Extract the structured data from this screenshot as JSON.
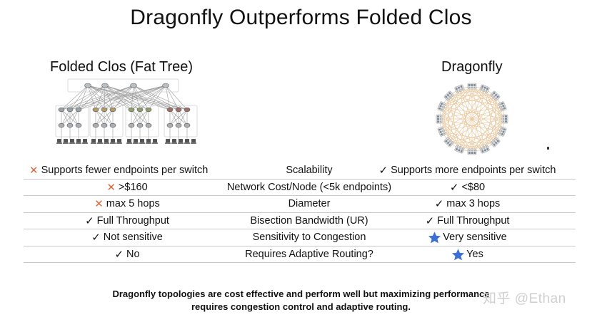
{
  "slide": {
    "title": "Dragonfly Outperforms Folded Clos",
    "left_heading": "Folded Clos (Fat Tree)",
    "right_heading": "Dragonfly"
  },
  "comparison": {
    "rows": [
      {
        "left_mark": "x",
        "left": "Supports fewer endpoints per switch",
        "metric": "Scalability",
        "right_mark": "check",
        "right": "Supports more endpoints per switch"
      },
      {
        "left_mark": "x",
        "left": ">$160",
        "metric": "Network Cost/Node (<5k endpoints)",
        "right_mark": "check",
        "right": "<$80"
      },
      {
        "left_mark": "x",
        "left": "max 5 hops",
        "metric": "Diameter",
        "right_mark": "check",
        "right": "max 3 hops"
      },
      {
        "left_mark": "check",
        "left": "Full Throughput",
        "metric": "Bisection Bandwidth (UR)",
        "right_mark": "check",
        "right": "Full Throughput"
      },
      {
        "left_mark": "check",
        "left": "Not sensitive",
        "metric": "Sensitivity to Congestion",
        "right_mark": "star",
        "right": "Very sensitive"
      },
      {
        "left_mark": "check",
        "left": "No",
        "metric": "Requires Adaptive Routing?",
        "right_mark": "star",
        "right": "Yes"
      }
    ]
  },
  "footer": {
    "line1": "Dragonfly topologies are cost effective and perform well but maximizing performance",
    "line2": "requires congestion control and adaptive routing."
  },
  "watermark": "知乎 @Ethan",
  "colors": {
    "x_mark": "#e0683a",
    "star": "#3b6fd6",
    "dragonfly_links": "#e8c9a0"
  },
  "icons": {
    "x": "cross-icon",
    "check": "check-icon",
    "star": "star-icon"
  }
}
